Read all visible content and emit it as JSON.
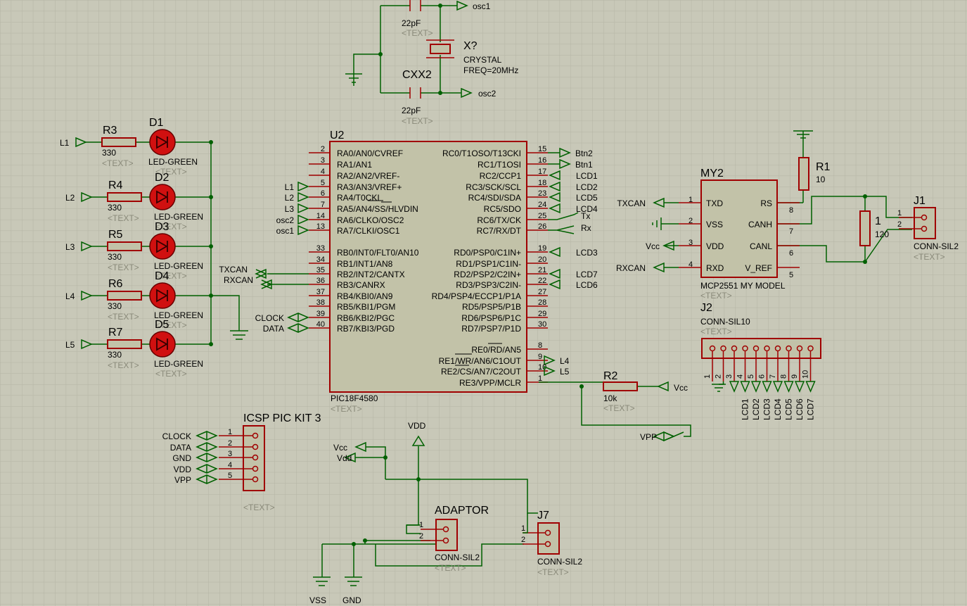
{
  "colors": {
    "background": "#c8c8b8",
    "grid": "#b4b4a4",
    "wire": "#006000",
    "pin": "#a00000",
    "body": "#c2c2a8",
    "led": "#d01010"
  },
  "placeholder": "<TEXT>",
  "crystal": {
    "ref": "X?",
    "type": "CRYSTAL",
    "freq": "FREQ=20MHz",
    "cap_top_value": "22pF",
    "cap_bottom_value": "22pF",
    "cap_ref": "CXX2",
    "osc1_label": "osc1",
    "osc2_label": "osc2"
  },
  "leds": [
    {
      "in": "L1",
      "r_ref": "R3",
      "r_val": "330",
      "d_ref": "D1",
      "d_val": "LED-GREEN"
    },
    {
      "in": "L2",
      "r_ref": "R4",
      "r_val": "330",
      "d_ref": "D2",
      "d_val": "LED-GREEN"
    },
    {
      "in": "L3",
      "r_ref": "R5",
      "r_val": "330",
      "d_ref": "D3",
      "d_val": "LED-GREEN"
    },
    {
      "in": "L4",
      "r_ref": "R6",
      "r_val": "330",
      "d_ref": "D4",
      "d_val": "LED-GREEN"
    },
    {
      "in": "L5",
      "r_ref": "R7",
      "r_val": "330",
      "d_ref": "D5",
      "d_val": "LED-GREEN"
    }
  ],
  "mcu": {
    "ref": "U2",
    "part": "PIC18F4580",
    "left_pins": [
      {
        "num": "2",
        "name": "RA0/AN0/CVREF",
        "net": ""
      },
      {
        "num": "3",
        "name": "RA1/AN1",
        "net": ""
      },
      {
        "num": "4",
        "name": "RA2/AN2/VREF-",
        "net": ""
      },
      {
        "num": "5",
        "name": "RA3/AN3/VREF+",
        "net": "L1"
      },
      {
        "num": "6",
        "name": "RA4/T0CKI",
        "net": "L2"
      },
      {
        "num": "7",
        "name": "RA5/AN4/SS/HLVDIN",
        "net": "L3"
      },
      {
        "num": "14",
        "name": "RA6/CLKO/OSC2",
        "net": "osc2"
      },
      {
        "num": "13",
        "name": "RA7/CLKI/OSC1",
        "net": "osc1"
      },
      {
        "num": "33",
        "name": "RB0/INT0/FLT0/AN10",
        "net": ""
      },
      {
        "num": "34",
        "name": "RB1/INT1/AN8",
        "net": ""
      },
      {
        "num": "35",
        "name": "RB2/INT2/CANTX",
        "net": "TXCAN"
      },
      {
        "num": "36",
        "name": "RB3/CANRX",
        "net": "RXCAN"
      },
      {
        "num": "37",
        "name": "RB4/KBI0/AN9",
        "net": ""
      },
      {
        "num": "38",
        "name": "RB5/KBI1/PGM",
        "net": ""
      },
      {
        "num": "39",
        "name": "RB6/KBI2/PGC",
        "net": "CLOCK"
      },
      {
        "num": "40",
        "name": "RB7/KBI3/PGD",
        "net": "DATA"
      }
    ],
    "right_pins": [
      {
        "num": "15",
        "name": "RC0/T1OSO/T13CKI",
        "net": "Btn2"
      },
      {
        "num": "16",
        "name": "RC1/T1OSI",
        "net": "Btn1"
      },
      {
        "num": "17",
        "name": "RC2/CCP1",
        "net": "LCD1"
      },
      {
        "num": "18",
        "name": "RC3/SCK/SCL",
        "net": "LCD2"
      },
      {
        "num": "23",
        "name": "RC4/SDI/SDA",
        "net": "LCD5"
      },
      {
        "num": "24",
        "name": "RC5/SDO",
        "net": "LCD4"
      },
      {
        "num": "25",
        "name": "RC6/TX/CK",
        "net": "Tx"
      },
      {
        "num": "26",
        "name": "RC7/RX/DT",
        "net": "Rx"
      },
      {
        "num": "19",
        "name": "RD0/PSP0/C1IN+",
        "net": "LCD3"
      },
      {
        "num": "20",
        "name": "RD1/PSP1/C1IN-",
        "net": ""
      },
      {
        "num": "21",
        "name": "RD2/PSP2/C2IN+",
        "net": "LCD7"
      },
      {
        "num": "22",
        "name": "RD3/PSP3/C2IN-",
        "net": "LCD6"
      },
      {
        "num": "27",
        "name": "RD4/PSP4/ECCP1/P1A",
        "net": ""
      },
      {
        "num": "28",
        "name": "RD5/PSP5/P1B",
        "net": ""
      },
      {
        "num": "29",
        "name": "RD6/PSP6/P1C",
        "net": ""
      },
      {
        "num": "30",
        "name": "RD7/PSP7/P1D",
        "net": ""
      },
      {
        "num": "8",
        "name": "RE0/RD/AN5",
        "net": ""
      },
      {
        "num": "9",
        "name": "RE1/WR/AN6/C1OUT",
        "net": "L4"
      },
      {
        "num": "10",
        "name": "RE2/CS/AN7/C2OUT",
        "net": "L5"
      },
      {
        "num": "1",
        "name": "RE3/VPP/MCLR",
        "net": ""
      }
    ]
  },
  "mcp": {
    "ref": "MY2",
    "part": "MCP2551 MY MODEL",
    "left_pins": [
      {
        "num": "1",
        "name": "TXD",
        "net": "TXCAN"
      },
      {
        "num": "2",
        "name": "VSS",
        "net": ""
      },
      {
        "num": "3",
        "name": "VDD",
        "net": "Vcc"
      },
      {
        "num": "4",
        "name": "RXD",
        "net": "RXCAN"
      }
    ],
    "right_pins": [
      {
        "num": "8",
        "name": "RS"
      },
      {
        "num": "7",
        "name": "CANH"
      },
      {
        "num": "6",
        "name": "CANL"
      },
      {
        "num": "5",
        "name": "V_REF"
      }
    ]
  },
  "r1": {
    "ref": "R1",
    "value": "10"
  },
  "rterm": {
    "ref": "1",
    "value": "120"
  },
  "j1": {
    "ref": "J1",
    "part": "CONN-SIL2",
    "pins": [
      "1",
      "2"
    ]
  },
  "j2": {
    "ref": "J2",
    "part": "CONN-SIL10",
    "pins": [
      "1",
      "2",
      "3",
      "4",
      "5",
      "6",
      "7",
      "8",
      "9",
      "10"
    ],
    "nets": [
      "LCD1",
      "LCD2",
      "LCD3",
      "LCD4",
      "LCD5",
      "LCD6",
      "LCD7"
    ]
  },
  "r2": {
    "ref": "R2",
    "value": "10k",
    "vcc": "Vcc",
    "vpp": "VPP"
  },
  "icsp": {
    "title": "ICSP PIC KIT 3",
    "pins": [
      {
        "num": "1",
        "net": "CLOCK"
      },
      {
        "num": "2",
        "net": "DATA"
      },
      {
        "num": "3",
        "net": "GND"
      },
      {
        "num": "4",
        "net": "VDD"
      },
      {
        "num": "5",
        "net": "VPP"
      }
    ]
  },
  "power": {
    "vdd": "VDD",
    "vcc": "Vcc",
    "vdd2": "Vdd",
    "vss": "VSS",
    "gnd": "GND"
  },
  "adaptor": {
    "ref": "ADAPTOR",
    "part": "CONN-SIL2",
    "pins": [
      "1",
      "2"
    ]
  },
  "j7": {
    "ref": "J7",
    "part": "CONN-SIL2",
    "pins": [
      "1",
      "2"
    ]
  }
}
